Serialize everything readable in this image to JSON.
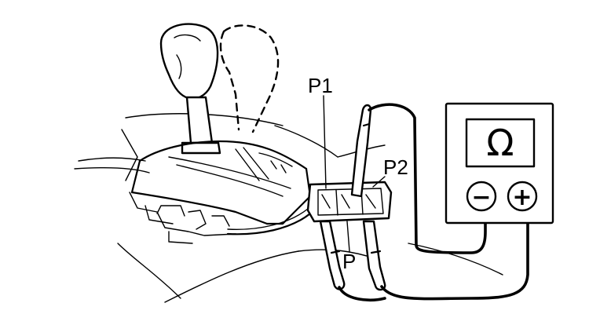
{
  "labels": {
    "p1": "P1",
    "p2": "P2",
    "p": "P"
  },
  "meter": {
    "display_symbol": "Ω",
    "negative_terminal": "−",
    "positive_terminal": "+"
  },
  "colors": {
    "ink": "#000000",
    "paper": "#ffffff"
  }
}
